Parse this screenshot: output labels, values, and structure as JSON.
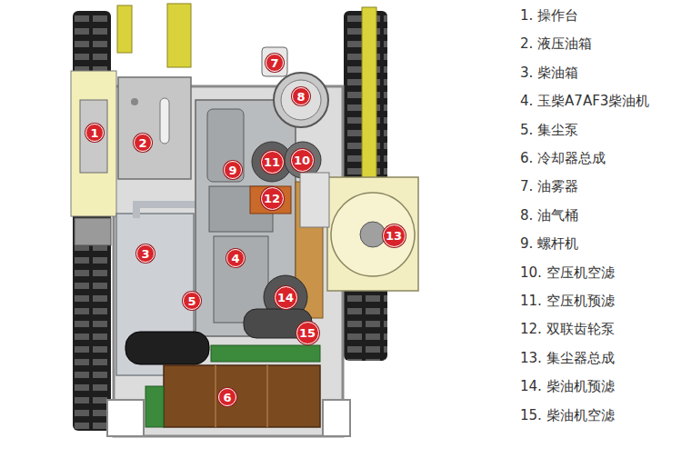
{
  "diagram": {
    "nodes": [
      {
        "text": [
          "1"
        ]
      },
      {
        "text": [
          "2"
        ]
      },
      {
        "text": [
          "3"
        ]
      },
      {
        "text": [
          "4"
        ]
      },
      {
        "text": [
          "5"
        ]
      },
      {
        "text": [
          "6"
        ]
      },
      {
        "text": [
          "7"
        ]
      },
      {
        "text": [
          "8"
        ]
      },
      {
        "text": [
          "9"
        ]
      },
      {
        "text": [
          "10"
        ]
      },
      {
        "text": [
          "11"
        ]
      },
      {
        "text": [
          "12"
        ]
      },
      {
        "text": [
          "13"
        ]
      },
      {
        "text": [
          "14"
        ]
      },
      {
        "text": [
          "15"
        ]
      }
    ],
    "labels": [
      "1. 操作台",
      "2. 液压油箱",
      "3. 柴油箱",
      "4. 玉柴A7AF3柴油机",
      "5. 集尘泵",
      "6. 冷却器总成",
      "7. 油雾器",
      "8. 油气桶",
      "9. 螺杆机",
      "10. 空压机空滤",
      "11. 空压机预滤",
      "12. 双联齿轮泵",
      "13. 集尘器总成",
      "14. 柴油机预滤",
      "15. 柴油机空滤"
    ]
  }
}
